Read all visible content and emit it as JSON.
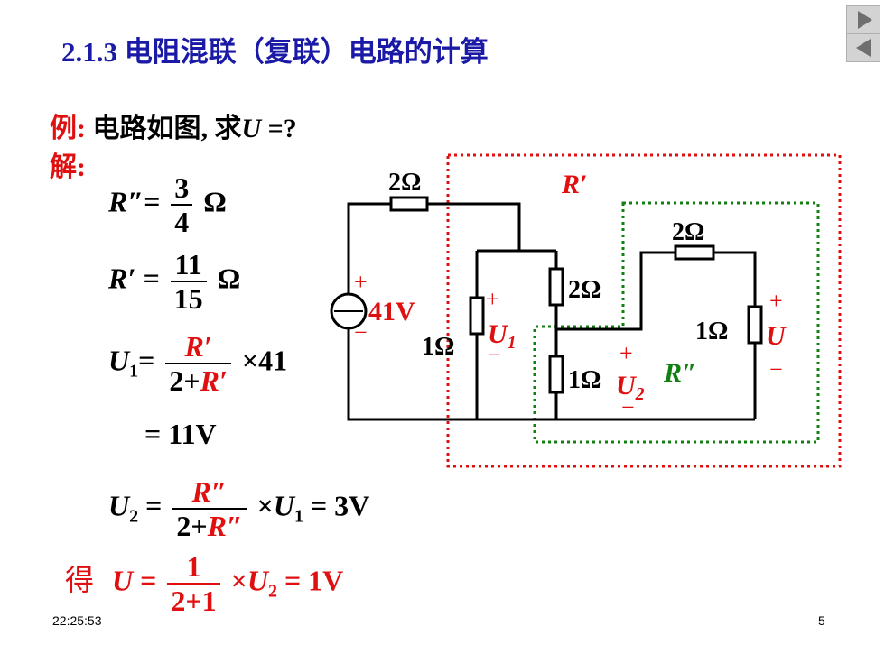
{
  "title": "2.1.3  电阻混联（复联）电路的计算",
  "nav": {
    "next_icon": "play-right-icon",
    "prev_icon": "play-left-icon"
  },
  "example": {
    "label": "例:",
    "text": "电路如图, 求",
    "var": "U",
    "tail": " =?"
  },
  "solution_label": "解:",
  "equations": {
    "r_dd": {
      "lhs": "R″=",
      "num": "3",
      "den": "4",
      "unit": "Ω"
    },
    "r_d": {
      "lhs": "R′ =",
      "num": "11",
      "den": "15",
      "unit": "Ω"
    },
    "u1": {
      "lhs": "U",
      "sub": "1",
      "eq": "=",
      "num": "R′",
      "den_a": "2+",
      "den_b": "R′",
      "tail": "×41"
    },
    "u1_result": "= 11V",
    "u2": {
      "lhs": "U",
      "sub": "2",
      "eq": " =",
      "num": "R″",
      "den_a": "2+",
      "den_b": "R″",
      "tail_a": "×",
      "tail_v": "U",
      "tail_sub": "1",
      "tail_b": " = 3V"
    },
    "final": {
      "prefix": "得",
      "lhs": "U",
      "eq": " =",
      "num": "1",
      "den": "2+1",
      "tail_a": "×",
      "tail_v": "U",
      "tail_sub": "2",
      "tail_b": " = 1V"
    }
  },
  "circuit": {
    "source_value": "41V",
    "source_plus": "+",
    "source_minus": "−",
    "r_top": "2Ω",
    "r_mid_top": "2Ω",
    "r_mid_left": "1Ω",
    "r_mid_bottom": "1Ω",
    "r_right_top": "2Ω",
    "r_right": "1Ω",
    "u1_label": "U",
    "u1_sub": "1",
    "u2_label": "U",
    "u2_sub": "2",
    "u_label": "U",
    "plus": "+",
    "minus": "−",
    "r_prime_label": "R′",
    "r_dprime_label": "R″",
    "colors": {
      "wire": "#000000",
      "r_prime_box": "#e01010",
      "r_dprime_box": "#108010",
      "labels": "#e01010"
    }
  },
  "footer": {
    "time": "22:25:53",
    "page": "5"
  }
}
